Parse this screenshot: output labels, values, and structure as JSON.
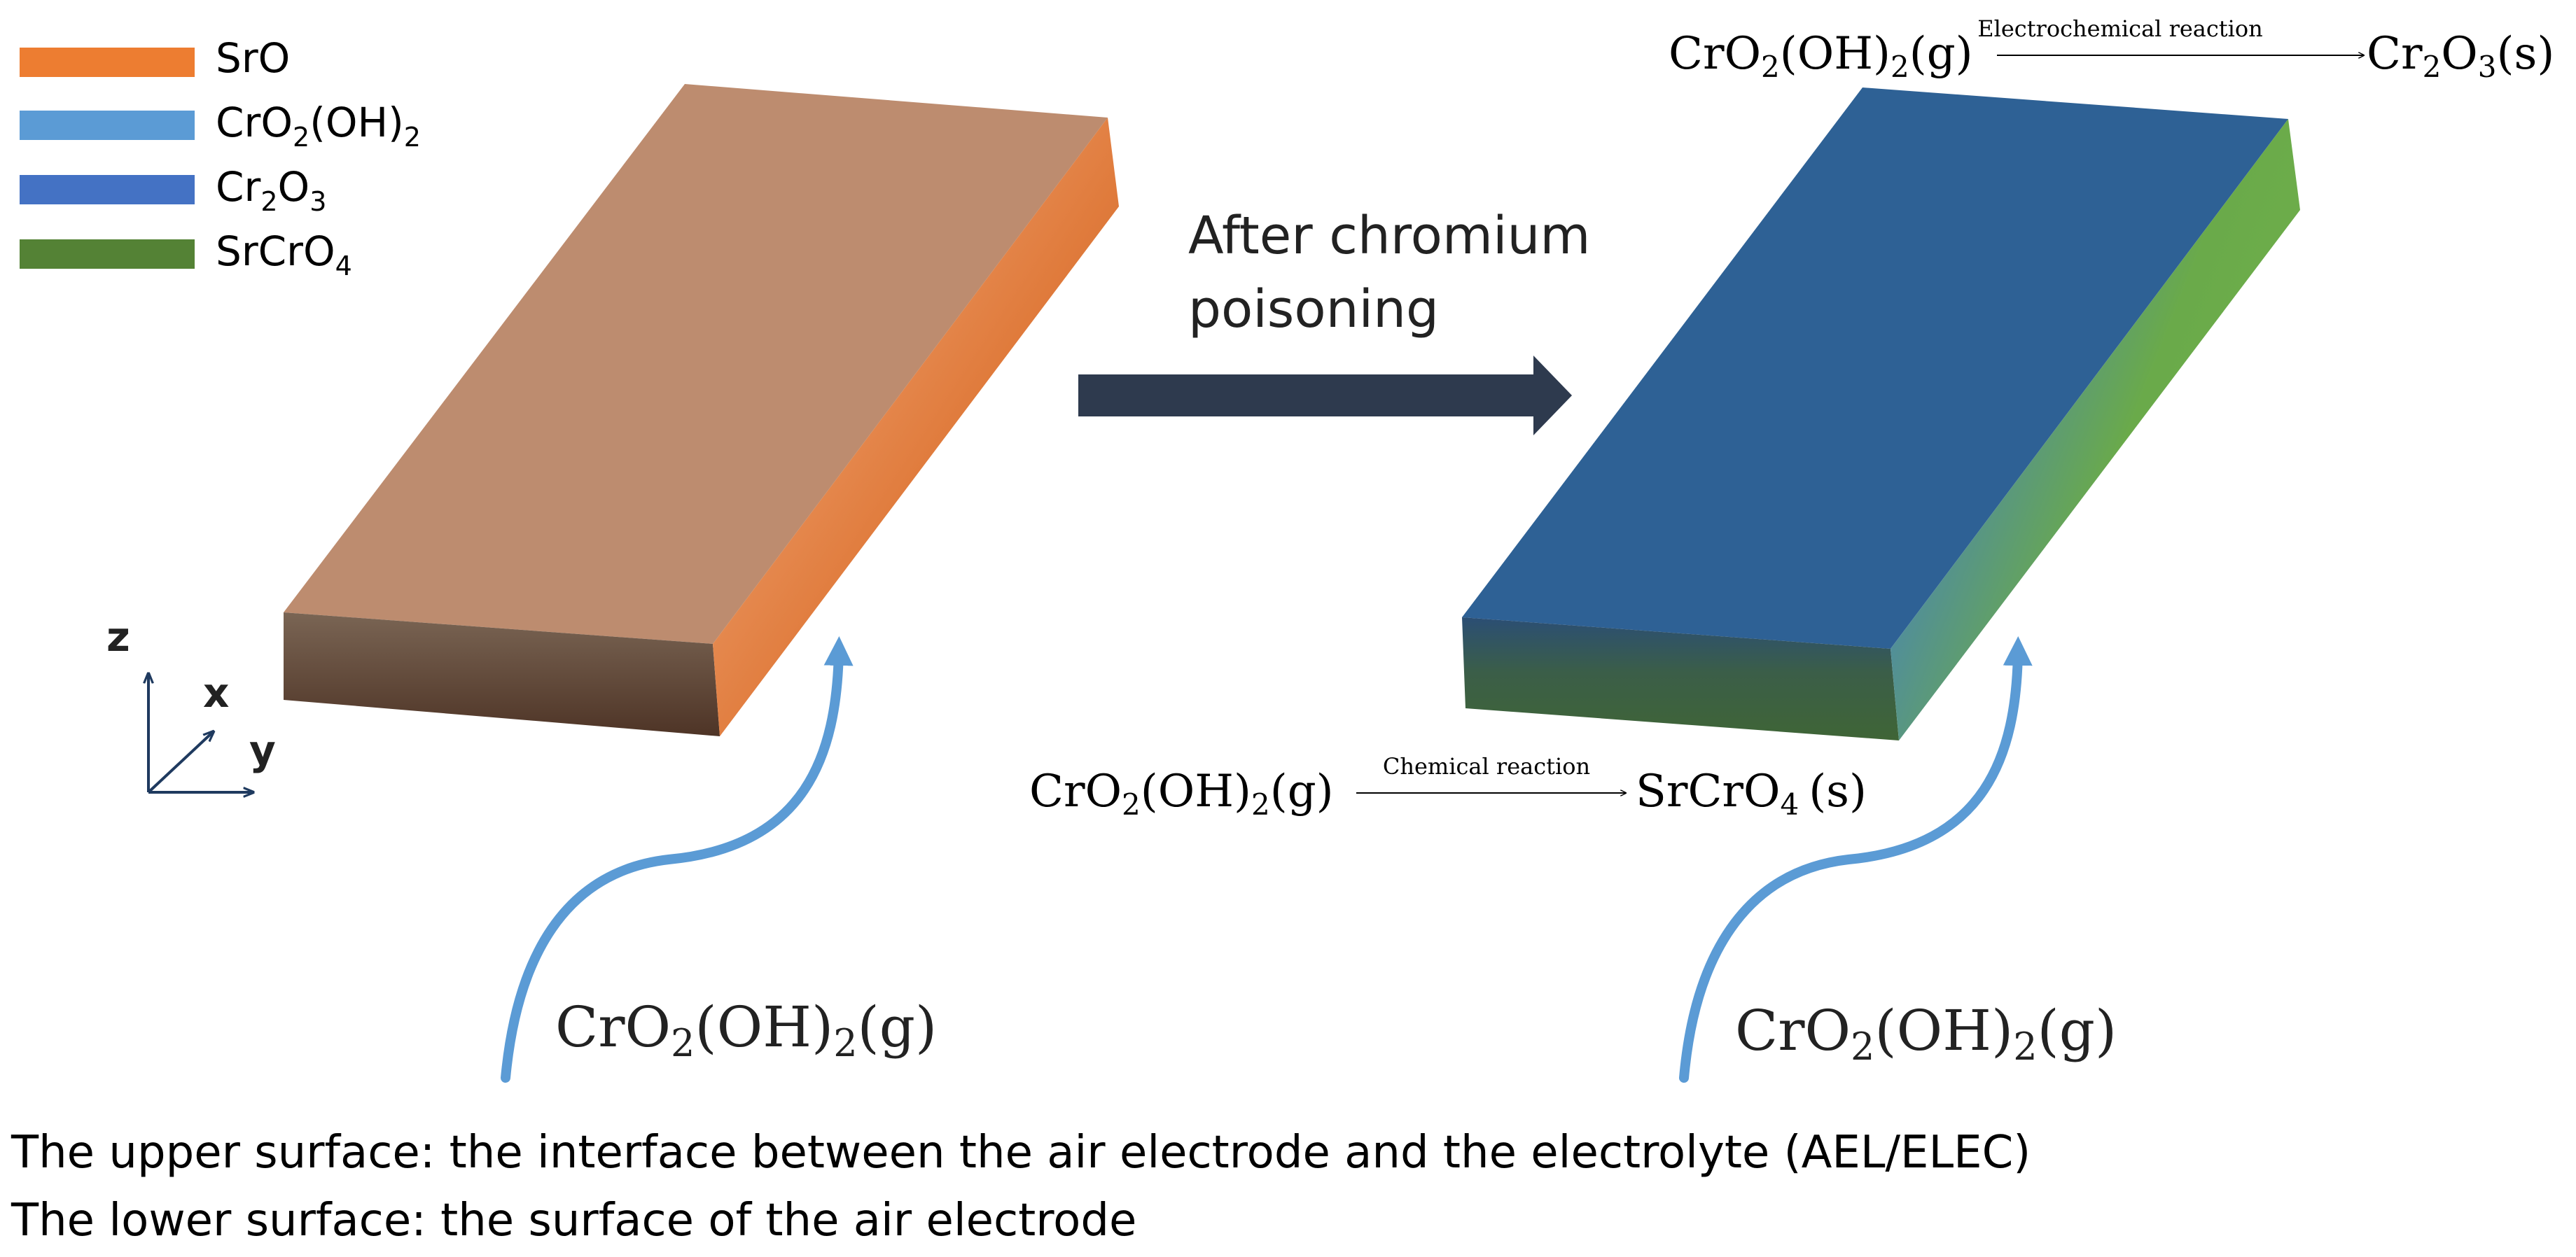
{
  "legend": {
    "items": [
      {
        "base": "SrO",
        "sub": "",
        "tail": "",
        "sub2": "",
        "color": "#ED7D31"
      },
      {
        "base": "CrO",
        "sub": "2",
        "tail": "(OH)",
        "sub2": "2",
        "color": "#5B9BD5"
      },
      {
        "base": "Cr",
        "sub": "2",
        "tail": "O",
        "sub2": "3",
        "color": "#4472C4"
      },
      {
        "base": "SrCrO",
        "sub": "4",
        "tail": "",
        "sub2": "",
        "color": "#548235"
      }
    ]
  },
  "axes": {
    "z": "z",
    "x": "x",
    "y": "y"
  },
  "transition": {
    "line1": "After chromium",
    "line2": "poisoning"
  },
  "reactions": {
    "electrochemical": {
      "label": "Electrochemical reaction",
      "reactant": {
        "a": "CrO",
        "a_sub": "2",
        "b": "(OH)",
        "b_sub": "2",
        "c": "(g)"
      },
      "product": {
        "a": "Cr",
        "a_sub": "2",
        "b": "O",
        "b_sub": "3",
        "c": "(s)"
      }
    },
    "chemical": {
      "label": "Chemical reaction",
      "reactant": {
        "a": "CrO",
        "a_sub": "2",
        "b": "(OH)",
        "b_sub": "2",
        "c": "(g)"
      },
      "product": {
        "a": "SrCrO",
        "a_sub": "4",
        "b": "",
        "b_sub": "",
        "c": "(s)"
      }
    }
  },
  "flows": {
    "left": {
      "a": "CrO",
      "a_sub": "2",
      "b": "(OH)",
      "b_sub": "2",
      "c": "(g)"
    },
    "right": {
      "a": "CrO",
      "a_sub": "2",
      "b": "(OH)",
      "b_sub": "2",
      "c": "(g)"
    }
  },
  "captions": {
    "line1": "The upper surface: the interface between the air electrode and the electrolyte (AEL/ELEC)",
    "line2": "The lower surface: the surface of the air electrode"
  },
  "colors": {
    "slab_before_top": "#BD8C6F",
    "slab_after_top": "#2E6195",
    "transition_arrow": "#2E3A4E",
    "flow_arrow": "#5B9BD5"
  }
}
